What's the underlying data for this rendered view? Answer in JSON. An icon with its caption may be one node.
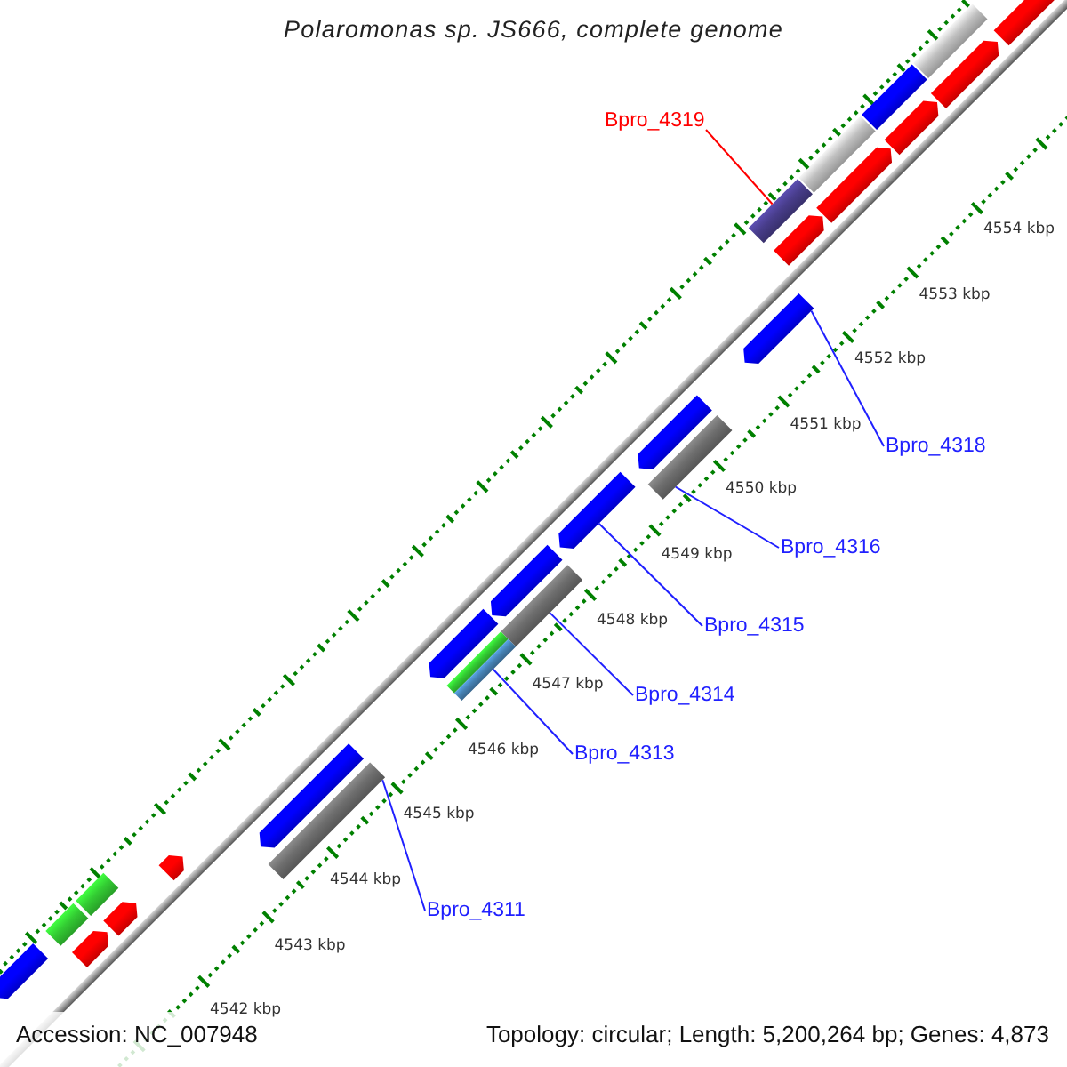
{
  "diagram": {
    "title": "Polaromonas sp. JS666, complete genome",
    "nodes": [
      {
        "text": [
          "Bpro_4319"
        ]
      },
      {
        "text": [
          "Bpro_4318"
        ]
      },
      {
        "text": [
          "Bpro_4316"
        ]
      },
      {
        "text": [
          "Bpro_4315"
        ]
      },
      {
        "text": [
          "Bpro_4314"
        ]
      },
      {
        "text": [
          "Bpro_4313"
        ]
      },
      {
        "text": [
          "Bpro_4311"
        ]
      },
      {
        "text": [],
        "shape": "pentagon"
      },
      {
        "text": [],
        "shape": "bar"
      },
      {
        "text": [],
        "shape": "pentagon"
      },
      {
        "text": [],
        "shape": "bar"
      },
      {
        "text": [],
        "shape": "pentagon"
      },
      {
        "text": [],
        "shape": "bar"
      },
      {
        "text": [],
        "shape": "pentagon"
      },
      {
        "text": [],
        "shape": "bar"
      },
      {
        "text": [],
        "shape": "pentagon"
      },
      {
        "text": [],
        "shape": "pentagon"
      },
      {
        "text": [],
        "shape": "pentagon"
      },
      {
        "text": [],
        "shape": "bar"
      },
      {
        "text": [],
        "shape": "pentagon"
      },
      {
        "text": [],
        "shape": "pentagon"
      },
      {
        "text": [],
        "shape": "bar"
      },
      {
        "text": [],
        "shape": "pentagon"
      },
      {
        "text": [],
        "shape": "bar"
      },
      {
        "text": [],
        "shape": "pentagon"
      },
      {
        "text": [],
        "shape": "bar"
      },
      {
        "text": [],
        "shape": "pentagon"
      },
      {
        "text": [],
        "shape": "bar"
      },
      {
        "text": [],
        "shape": "pentagon"
      },
      {
        "text": [],
        "shape": "bar"
      },
      {
        "text": [],
        "shape": "pentagon"
      },
      {
        "text": [],
        "shape": "pentagon"
      }
    ],
    "edges": [
      {
        "from": 0,
        "to": 14,
        "arrow": "none",
        "color": "#ff0000"
      },
      {
        "from": 1,
        "to": 16,
        "arrow": "none"
      },
      {
        "from": 2,
        "to": 18,
        "arrow": "none"
      },
      {
        "from": 3,
        "to": 19,
        "arrow": "none"
      },
      {
        "from": 4,
        "to": 21,
        "arrow": "none"
      },
      {
        "from": 5,
        "to": 23,
        "arrow": "none"
      },
      {
        "from": 6,
        "to": 25,
        "arrow": "none"
      }
    ],
    "labels": [
      "4554 kbp",
      "4553 kbp",
      "4552 kbp",
      "4551 kbp",
      "4550 kbp",
      "4549 kbp",
      "4548 kbp",
      "4547 kbp",
      "4546 kbp",
      "4545 kbp",
      "4544 kbp",
      "4543 kbp",
      "4542 kbp",
      "Accession: NC_007948",
      "Topology: circular; Length: 5,200,264 bp; Genes: 4,873"
    ]
  }
}
